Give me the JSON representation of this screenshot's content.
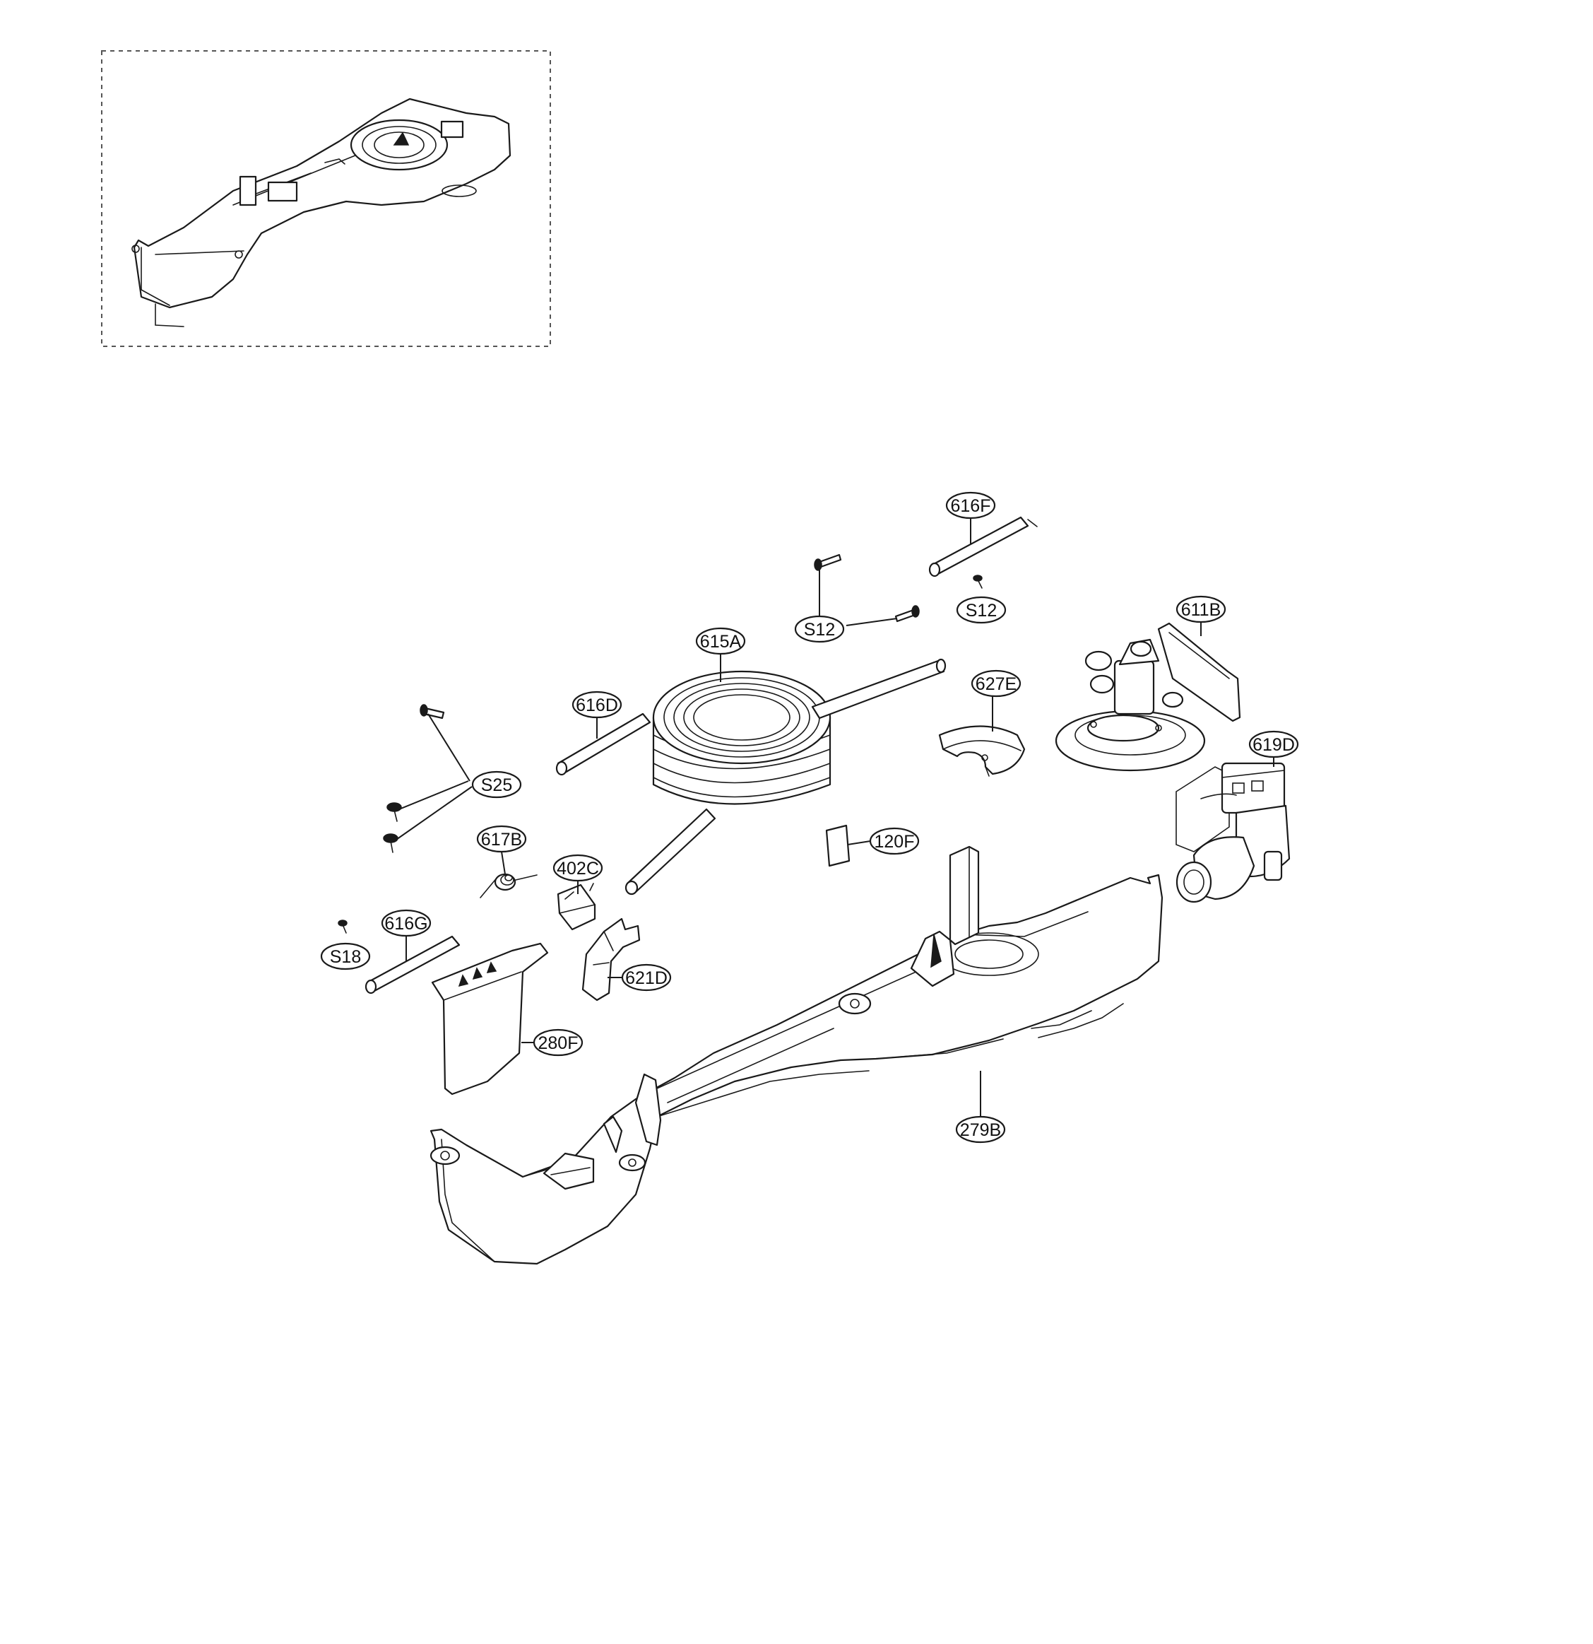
{
  "colors": {
    "line": "#1a1a1a",
    "background": "#ffffff",
    "inset_frame": "#555555"
  },
  "inset": {
    "icon": "assembly-thumbnail"
  },
  "callouts": [
    {
      "id": "616F",
      "label": "616F"
    },
    {
      "id": "S12a",
      "label": "S12"
    },
    {
      "id": "S12b",
      "label": "S12"
    },
    {
      "id": "611B",
      "label": "611B"
    },
    {
      "id": "615A",
      "label": "615A"
    },
    {
      "id": "627E",
      "label": "627E"
    },
    {
      "id": "616D",
      "label": "616D"
    },
    {
      "id": "619D",
      "label": "619D"
    },
    {
      "id": "S25",
      "label": "S25"
    },
    {
      "id": "120F",
      "label": "120F"
    },
    {
      "id": "617B",
      "label": "617B"
    },
    {
      "id": "402C",
      "label": "402C"
    },
    {
      "id": "616G",
      "label": "616G"
    },
    {
      "id": "S18",
      "label": "S18"
    },
    {
      "id": "621D",
      "label": "621D"
    },
    {
      "id": "280F",
      "label": "280F"
    },
    {
      "id": "279B",
      "label": "279B"
    }
  ]
}
